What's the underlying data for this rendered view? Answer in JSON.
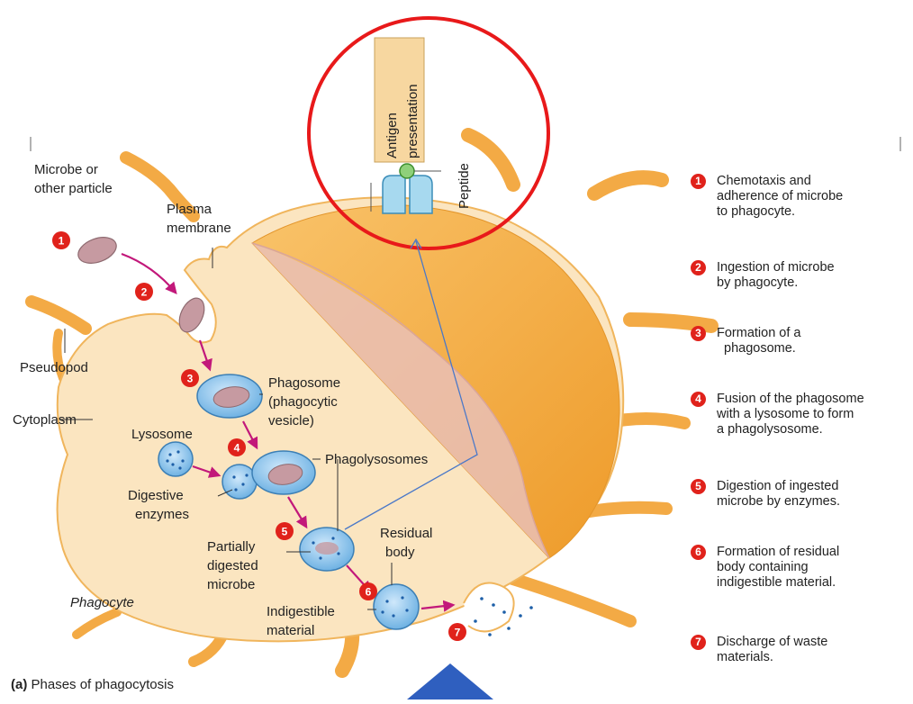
{
  "diagram": {
    "antigen_box": "Antigen presentation",
    "peptide": "Peptide",
    "labels": {
      "microbe": [
        "Microbe or",
        "other particle"
      ],
      "plasma_membrane": [
        "Plasma",
        "membrane"
      ],
      "pseudopod": "Pseudopod",
      "cytoplasm": "Cytoplasm",
      "phagosome": [
        "Phagosome",
        "(phagocytic",
        "vesicle)"
      ],
      "lysosome": "Lysosome",
      "digestive_enzymes": [
        "Digestive",
        "enzymes"
      ],
      "phagolysosomes": "Phagolysosomes",
      "partially_digested": [
        "Partially",
        "digested",
        "microbe"
      ],
      "residual_body": [
        "Residual",
        "body"
      ],
      "phagocyte": "Phagocyte",
      "indigestible": [
        "Indigestible",
        "material"
      ]
    },
    "step_numbers": [
      "1",
      "2",
      "3",
      "4",
      "5",
      "6",
      "7"
    ]
  },
  "steps": [
    {
      "num": "1",
      "text": [
        "Chemotaxis and",
        "adherence of microbe",
        "to phagocyte."
      ]
    },
    {
      "num": "2",
      "text": [
        "Ingestion of microbe",
        "by phagocyte."
      ]
    },
    {
      "num": "3",
      "text": [
        "Formation of a",
        "phagosome."
      ]
    },
    {
      "num": "4",
      "text": [
        "Fusion of the phagosome",
        "with a lysosome to form",
        "a phagolysosome."
      ]
    },
    {
      "num": "5",
      "text": [
        "Digestion of ingested",
        "microbe by enzymes."
      ]
    },
    {
      "num": "6",
      "text": [
        "Formation of residual",
        "body containing",
        "indigestible material."
      ]
    },
    {
      "num": "7",
      "text": [
        "Discharge of waste",
        "materials."
      ]
    }
  ],
  "caption": {
    "tag": "(a)",
    "text": "Phases of phagocytosis"
  },
  "colors": {
    "cell_fill": "#fbe5c0",
    "cell_top": "#f4a93c",
    "highlight_circle": "#e8191a",
    "arrow": "#c2187a",
    "badge": "#e0221b",
    "vesicle": "#8fc4ea",
    "connector": "#4a78c8"
  }
}
